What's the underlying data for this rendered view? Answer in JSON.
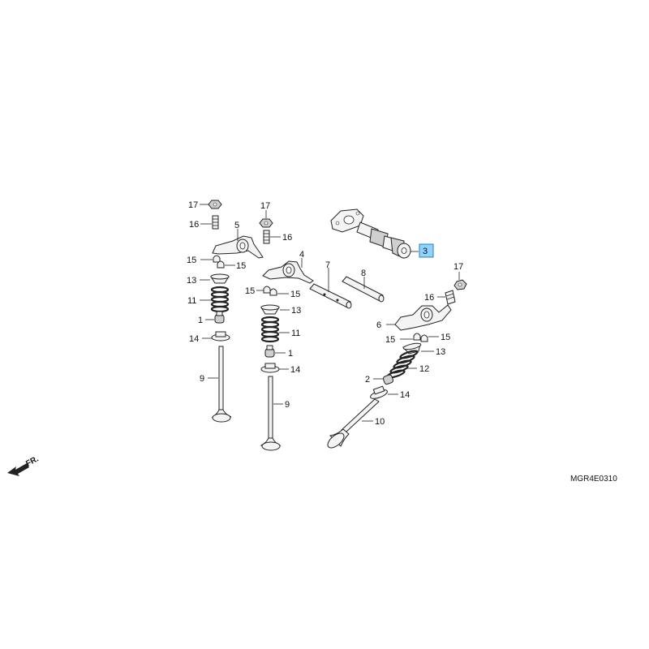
{
  "diagram": {
    "drawing_code": "MGR4E0310",
    "front_marker": "FR.",
    "callouts": {
      "c17a": "17",
      "c16a": "16",
      "c5": "5",
      "c15a": "15",
      "c15b": "15",
      "c13a": "13",
      "c11a": "11",
      "c1a": "1",
      "c14a": "14",
      "c9a": "9",
      "c17b": "17",
      "c16b": "16",
      "c4": "4",
      "c15c": "15",
      "c15d": "15",
      "c13b": "13",
      "c11b": "11",
      "c1b": "1",
      "c14b": "14",
      "c9b": "9",
      "c7": "7",
      "c8": "8",
      "c3": "3",
      "c17c": "17",
      "c16c": "16",
      "c6": "6",
      "c15e": "15",
      "c15f": "15",
      "c13c": "13",
      "c2": "2",
      "c12": "12",
      "c14c": "14",
      "c10": "10"
    }
  },
  "colors": {
    "highlight": "#8fd3ff",
    "line": "#222222"
  }
}
